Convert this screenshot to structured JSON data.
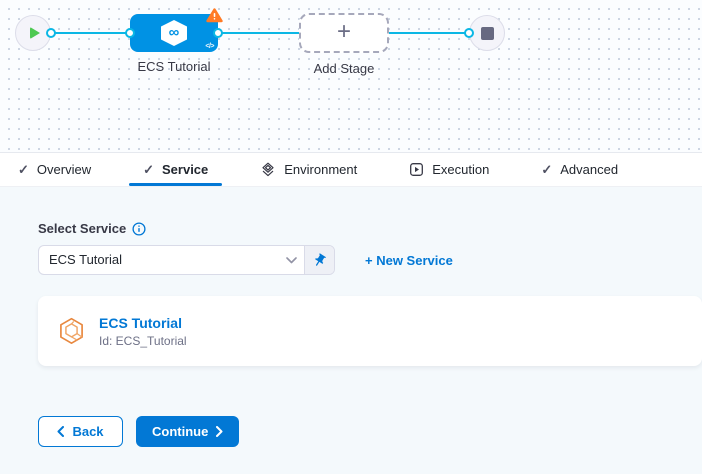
{
  "pipeline": {
    "stage_label": "ECS Tutorial",
    "stage_icon_glyph": "∞",
    "stage_code_glyph": "</>",
    "add_stage_label": "Add Stage",
    "add_stage_plus": "+"
  },
  "tabs": [
    {
      "label": "Overview",
      "icon": "check-icon",
      "check": "✓",
      "active": false
    },
    {
      "label": "Service",
      "icon": "check-icon",
      "check": "✓",
      "active": true
    },
    {
      "label": "Environment",
      "icon": "layers-diamond-icon",
      "active": false
    },
    {
      "label": "Execution",
      "icon": "play-square-icon",
      "active": false
    },
    {
      "label": "Advanced",
      "icon": "check-icon",
      "check": "✓",
      "active": false
    }
  ],
  "service_form": {
    "label": "Select Service",
    "select_value": "ECS Tutorial",
    "new_service_label": "+ New Service",
    "card": {
      "title": "ECS Tutorial",
      "id": "Id: ECS_Tutorial"
    }
  },
  "footer": {
    "back_label": "Back",
    "continue_label": "Continue"
  },
  "icons": {
    "start_node": "play-icon",
    "end_node": "stop-icon",
    "stage_badge": "warning-triangle-icon",
    "stage_icon": "cd-hexagon-icon",
    "select": "chevron-down-icon",
    "pin": "pin-icon",
    "info": "info-icon",
    "card": "service-hexagon-icon"
  },
  "colors": {
    "accent_blue": "#0278d5",
    "node_blue": "#0092e4",
    "edge_cyan": "#0bb7e5",
    "warning_orange": "#ff7b26",
    "play_green": "#4dc952",
    "card_icon_orange": "#e8883f",
    "content_bg": "#f4f9fc"
  }
}
